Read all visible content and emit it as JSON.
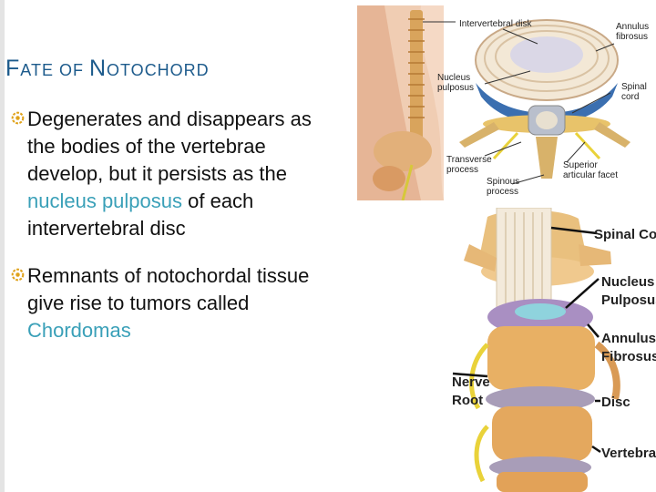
{
  "slide": {
    "title_parts": [
      {
        "text": "F",
        "size": "cap"
      },
      {
        "text": "ATE OF ",
        "size": "small"
      },
      {
        "text": "N",
        "size": "cap"
      },
      {
        "text": "OTOCHORD",
        "size": "small"
      }
    ],
    "bullets": [
      {
        "text_before": "Degenerates and disappears as the bodies of the vertebrae develop, but it persists as the ",
        "highlight": "nucleus pulposus",
        "text_after": " of each intervertebral disc"
      },
      {
        "text_before": "Remnants of notochordal tissue give rise to tumors called ",
        "highlight": "Chordomas",
        "text_after": ""
      }
    ]
  },
  "figure_top": {
    "labels": {
      "intervertebral_disk": "Intervertebral disk",
      "annulus_line1": "Annulus",
      "annulus_line2": "fibrosus",
      "nucleus_line1": "Nucleus",
      "nucleus_line2": "pulposus",
      "spinal_line1": "Spinal",
      "spinal_line2": "cord",
      "transverse_line1": "Transverse",
      "transverse_line2": "process",
      "superior_line1": "Superior",
      "superior_line2": "articular facet",
      "spinous_line1": "Spinous",
      "spinous_line2": "process"
    }
  },
  "figure_bottom": {
    "labels": {
      "spinal_cord": "Spinal Cord",
      "nucleus_line1": "Nucleus",
      "nucleus_line2": "Pulposus",
      "annulus_line1": "Annulus",
      "annulus_line2": "Fibrosus",
      "nerve_line1": "Nerve",
      "nerve_line2": "Root",
      "disc": "Disc",
      "vertebra": "Vertebra"
    }
  },
  "colors": {
    "title": "#1d5b8c",
    "accent": "#3aa0b8",
    "bullet_icon": "#e0a21a"
  }
}
